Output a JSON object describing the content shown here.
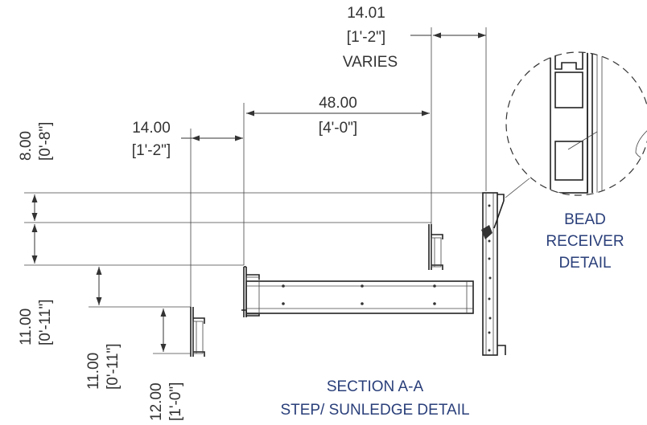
{
  "dimensions": {
    "top_right": {
      "value": "14.01",
      "imperial": "[1'-2\"]",
      "note": "VARIES"
    },
    "main_span": {
      "value": "48.00",
      "imperial": "[4'-0\"]"
    },
    "left_offset": {
      "value": "14.00",
      "imperial": "[1'-2\"]"
    },
    "left_height": {
      "value": "8.00",
      "imperial": "[0'-8\"]"
    },
    "left_rise_a": {
      "value": "11.00",
      "imperial": "[0'-11\"]"
    },
    "left_rise_b": {
      "value": "11.00",
      "imperial": "[0'-11\"]"
    },
    "step_rise": {
      "value": "12.00",
      "imperial": "[1'-0\"]"
    }
  },
  "detail_callout": {
    "line1": "BEAD",
    "line2": "RECEIVER",
    "line3": "DETAIL"
  },
  "section_title": {
    "line1": "SECTION A-A",
    "line2": "STEP/ SUNLEDGE DETAIL"
  },
  "colors": {
    "line": "#333333",
    "note_text": "#2a3f7a"
  }
}
